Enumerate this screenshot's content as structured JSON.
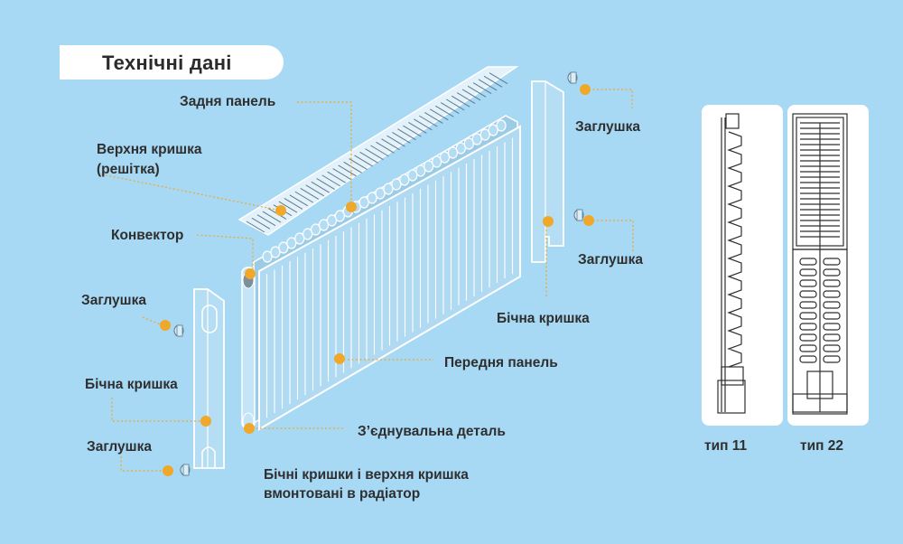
{
  "title": "Технічні дані",
  "labels": {
    "back_panel": "Задня панель",
    "top_cover_line1": "Верхня кришка",
    "top_cover_line2": "(решітка)",
    "convector": "Конвектор",
    "plug_top_right": "Заглушка",
    "plug_mid_right": "Заглушка",
    "side_cover_right": "Бічна кришка",
    "plug_left_upper": "Заглушка",
    "front_panel": "Передня панель",
    "side_cover_left": "Бічна кришка",
    "connector": "З’єднувальна деталь",
    "plug_left_lower": "Заглушка",
    "note_line1": "Бічні кришки і верхня кришка",
    "note_line2": "вмонтовані в радіатор"
  },
  "types": {
    "type11": "тип 11",
    "type22": "тип 22"
  },
  "colors": {
    "background": "#a7d8f4",
    "marker": "#f0a82a",
    "line": "#ffffff"
  }
}
